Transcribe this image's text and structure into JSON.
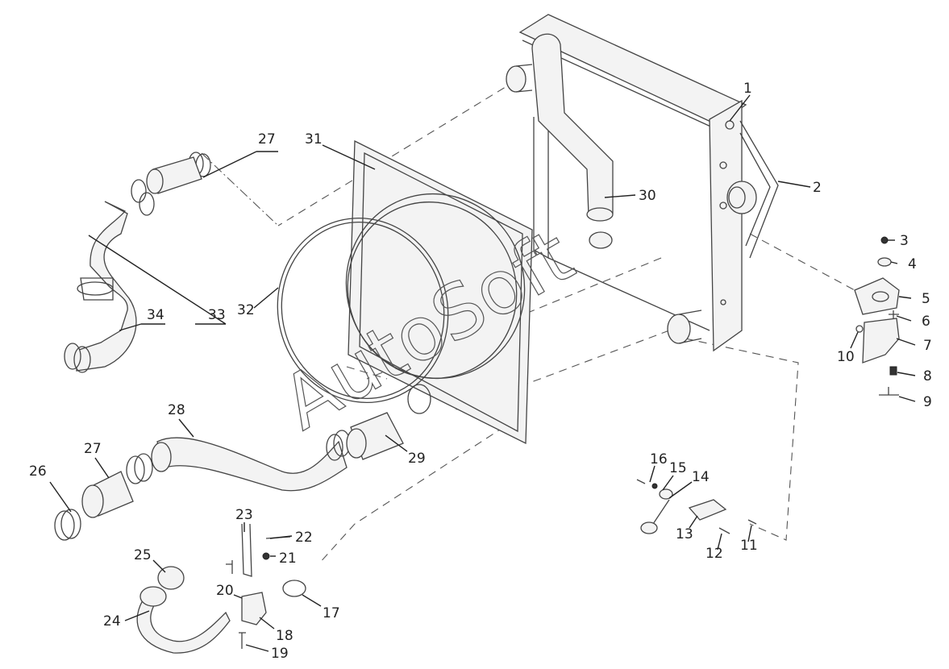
{
  "watermark": "AutoSoft",
  "callouts": [
    "1",
    "2",
    "3",
    "4",
    "5",
    "6",
    "7",
    "8",
    "9",
    "10",
    "11",
    "12",
    "13",
    "14",
    "15",
    "16",
    "17",
    "18",
    "19",
    "20",
    "21",
    "22",
    "23",
    "24",
    "25",
    "26",
    "27",
    "27",
    "28",
    "29",
    "30",
    "31",
    "32",
    "33",
    "34"
  ]
}
